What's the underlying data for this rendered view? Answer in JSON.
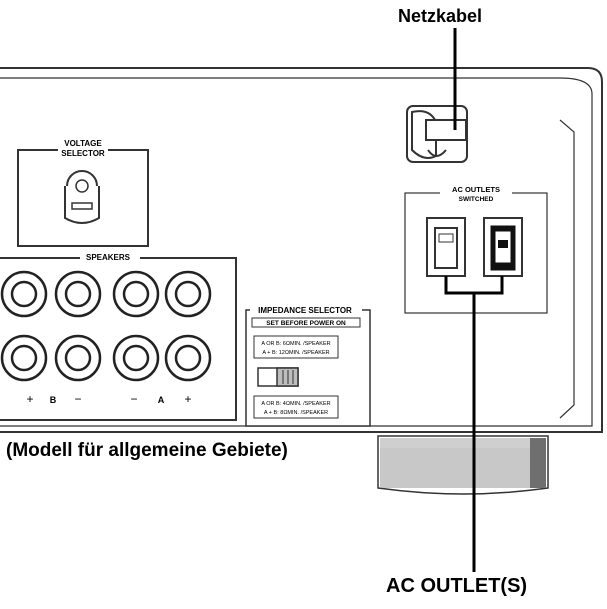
{
  "callouts": {
    "power_cable": "Netzkabel",
    "model_note": "(Modell für allgemeine Gebiete)",
    "ac_outlets": "AC OUTLET(S)"
  },
  "panel": {
    "voltage_selector": {
      "line1": "VOLTAGE",
      "line2": "SELECTOR"
    },
    "speakers": {
      "title": "SPEAKERS",
      "marks": [
        "+",
        "B",
        "−",
        "−",
        "A",
        "+"
      ]
    },
    "impedance_selector": {
      "title": "IMPEDANCE SELECTOR",
      "warning": "SET BEFORE POWER ON",
      "option_1": [
        "A OR B: 6ΩMIN. /SPEAKER",
        "A + B: 12ΩMIN. /SPEAKER"
      ],
      "option_2": [
        "A OR B: 4ΩMIN. /SPEAKER",
        "A + B: 8ΩMIN. /SPEAKER"
      ]
    },
    "ac_outlets_box": {
      "line1": "AC OUTLETS",
      "line2": "SWITCHED"
    }
  },
  "colors": {
    "ink": "#222222",
    "line": "#333333",
    "panel_fill": "#ffffff",
    "shade": "#bfbfbf"
  }
}
